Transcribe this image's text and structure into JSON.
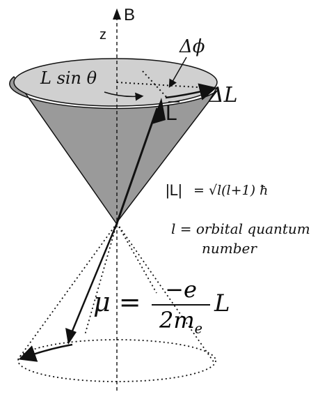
{
  "labels": {
    "axis_z": "z",
    "axis_b": "B",
    "l_sin_theta": "L sin θ",
    "delta_phi": "Δϕ",
    "delta_l": "ΔL",
    "l_vector": "L",
    "magnitude_lhs": "|L|",
    "magnitude_rhs": "= √l(l+1) ħ",
    "orbital_line1": "l = orbital quantum",
    "orbital_line2": "number",
    "mu_lhs": "μ =",
    "mu_num": "−e",
    "mu_den_main": "2m",
    "mu_den_sub": "e",
    "mu_rhs": "L"
  },
  "colors": {
    "cone_fill": "#9a9a9a",
    "cone_top_fill": "#d0d0d0",
    "stroke": "#111111",
    "background": "#ffffff"
  }
}
